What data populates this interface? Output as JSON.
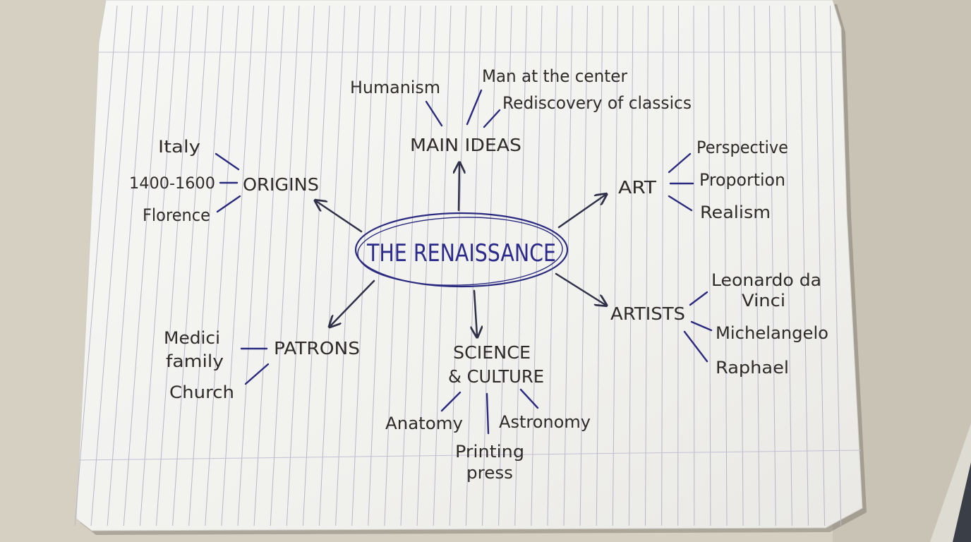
{
  "center": {
    "title": "THE RENAISSANCE"
  },
  "main_ideas": {
    "label": "MAIN IDEAS",
    "items": [
      "Humanism",
      "Man at the center",
      "Rediscovery of classics"
    ]
  },
  "origins": {
    "label": "ORIGINS",
    "items": [
      "Italy",
      "1400-1600",
      "Florence"
    ]
  },
  "art": {
    "label": "ART",
    "items": [
      "Perspective",
      "Proportion",
      "Realism"
    ]
  },
  "artists": {
    "label": "ARTISTS",
    "items": [
      {
        "line1": "Leonardo da",
        "line2": "Vinci"
      },
      {
        "line1": "Michelangelo"
      },
      {
        "line1": "Raphael"
      }
    ]
  },
  "patrons": {
    "label": "PATRONS",
    "items": [
      {
        "line1": "Medici",
        "line2": "family"
      },
      {
        "line1": "Church"
      }
    ]
  },
  "science": {
    "label_line1": "SCIENCE",
    "label_line2": "& CULTURE",
    "items": [
      {
        "line1": "Anatomy"
      },
      {
        "line1": "Printing",
        "line2": "press"
      },
      {
        "line1": "Astronomy"
      }
    ]
  },
  "colors": {
    "ink": "#2a2a80",
    "pencil": "#2f2b29",
    "paper": "#f4f4f2",
    "rule": "#b9b6c8"
  }
}
